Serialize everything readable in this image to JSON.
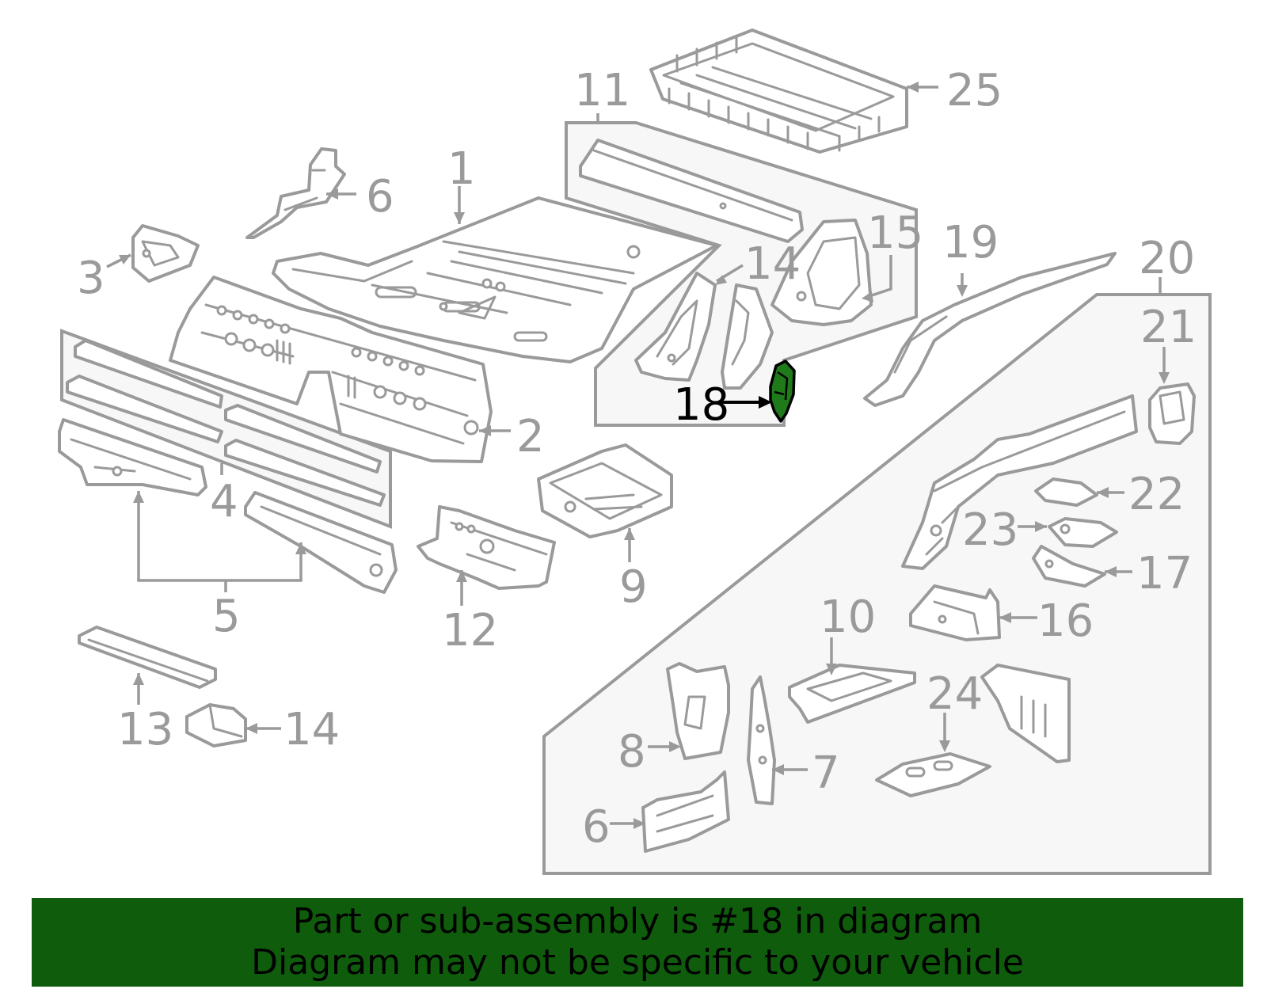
{
  "callouts": [
    {
      "id": "1",
      "text": "1"
    },
    {
      "id": "2",
      "text": "2"
    },
    {
      "id": "3",
      "text": "3"
    },
    {
      "id": "4",
      "text": "4"
    },
    {
      "id": "5",
      "text": "5"
    },
    {
      "id": "6a",
      "text": "6"
    },
    {
      "id": "6b",
      "text": "6"
    },
    {
      "id": "7",
      "text": "7"
    },
    {
      "id": "8",
      "text": "8"
    },
    {
      "id": "9a",
      "text": "9"
    },
    {
      "id": "9b",
      "text": "9"
    },
    {
      "id": "10",
      "text": "10"
    },
    {
      "id": "11",
      "text": "11"
    },
    {
      "id": "12",
      "text": "12"
    },
    {
      "id": "13",
      "text": "13"
    },
    {
      "id": "14",
      "text": "14"
    },
    {
      "id": "15",
      "text": "15"
    },
    {
      "id": "16",
      "text": "16"
    },
    {
      "id": "17",
      "text": "17"
    },
    {
      "id": "18",
      "text": "18"
    },
    {
      "id": "19",
      "text": "19"
    },
    {
      "id": "20",
      "text": "20"
    },
    {
      "id": "21",
      "text": "21"
    },
    {
      "id": "22",
      "text": "22"
    },
    {
      "id": "23",
      "text": "23"
    },
    {
      "id": "24",
      "text": "24"
    },
    {
      "id": "25",
      "text": "25"
    }
  ],
  "highlighted_part": "18",
  "colors": {
    "line": "#9a9a9a",
    "highlight_fill": "#1f7a1a",
    "banner_bg": "#0f5c0c",
    "banner_text": "#000000"
  },
  "banner": {
    "line1": "Part or sub-assembly is #18 in diagram",
    "line2": "Diagram may not be specific to your vehicle"
  }
}
